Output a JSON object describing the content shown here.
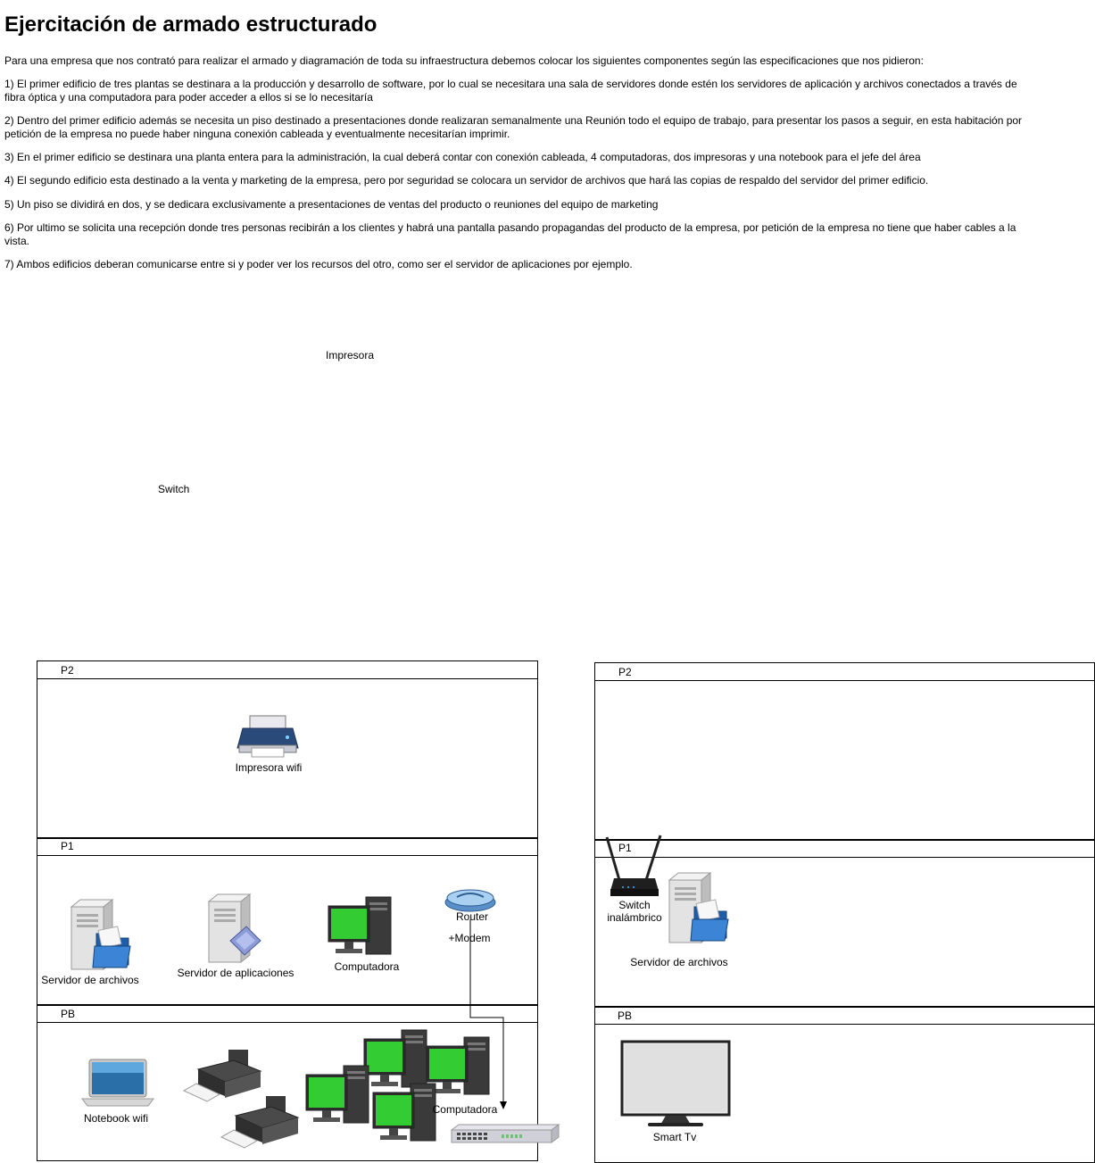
{
  "title": "Ejercitación de armado estructurado",
  "intro": "Para una empresa que  nos contrató para realizar el armado y diagramación de toda su infraestructura debemos colocar los siguientes componentes según las especificaciones que nos pidieron:",
  "requirements": [
    "1) El primer edificio de tres plantas se destinara a la producción y desarrollo de software, por lo cual se necesitara una sala de servidores donde estén los servidores de aplicación y archivos conectados a través de fibra óptica y una computadora para poder acceder a ellos si se lo necesitaría",
    "2) Dentro del primer edificio además se necesita un piso destinado a presentaciones donde realizaran semanalmente una Reunión todo el equipo de trabajo, para presentar los pasos a seguir, en esta habitación por petición de la empresa no puede haber ninguna conexión cableada y eventualmente necesitarían imprimir.",
    "3) En el primer edificio se destinara una planta entera para la administración, la cual deberá contar con conexión cableada, 4 computadoras, dos impresoras y una notebook para el jefe del área",
    "4) El segundo edificio esta destinado a la venta y marketing de la empresa, pero por seguridad se colocara un servidor de archivos que hará las copias de respaldo del servidor del primer edificio.",
    "5) Un piso se dividirá en dos, y se dedicara exclusivamente a presentaciones de ventas del producto o reuniones del equipo de marketing",
    "6) Por ultimo se solicita una recepción donde tres personas recibirán a los clientes y habrá una pantalla pasando propagandas del producto de la empresa, por petición de la empresa no tiene que haber cables a la vista.",
    "7) Ambos edificios deberan comunicarse entre si y poder ver los recursos del otro, como ser el servidor de aplicaciones por ejemplo."
  ],
  "floating_labels": {
    "printer": "Impresora",
    "switch": "Switch"
  },
  "building1": {
    "p2": {
      "label": "P2",
      "printer_label": "Impresora wifi"
    },
    "p1": {
      "label": "P1",
      "file_server_label": "Servidor de archivos",
      "app_server_label": "Servidor de aplicaciones",
      "computer_label": "Computadora",
      "router_label": "Router",
      "modem_label": "+Modem"
    },
    "pb": {
      "label": "PB",
      "notebook_label": "Notebook wifi",
      "computer_label": "Computadora"
    }
  },
  "building2": {
    "p2": {
      "label": "P2"
    },
    "p1": {
      "label": "P1",
      "switch_label": "Switch\ninalámbrico",
      "file_server_label": "Servidor de archivos"
    },
    "pb": {
      "label": "PB",
      "tv_label": "Smart Tv"
    }
  },
  "colors": {
    "screen_green": "#33cc33",
    "printer_blue": "#2a4a7a",
    "folder_blue": "#2f6db5"
  }
}
